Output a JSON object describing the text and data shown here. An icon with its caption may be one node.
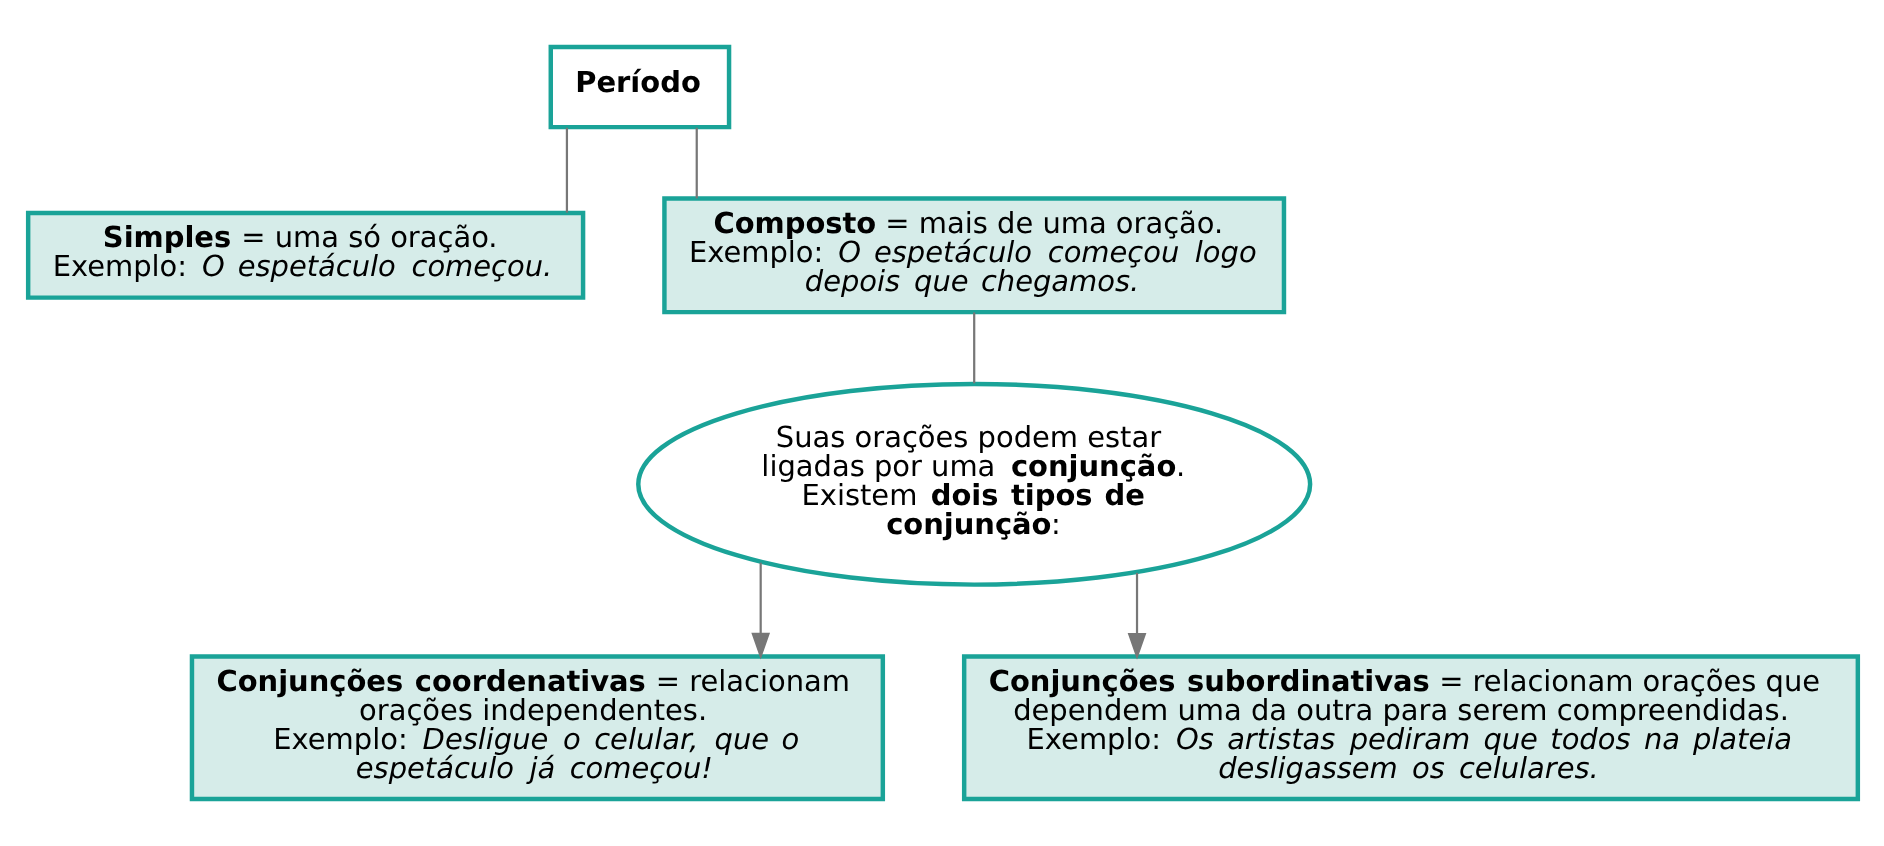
{
  "diagram": {
    "nodes": [
      {
        "text": [
          "**Período**"
        ]
      },
      {
        "text": [
          "**Simples** = uma só oração.",
          "Exemplo: *O espetáculo começou.*"
        ]
      },
      {
        "text": [
          "**Composto** = mais de uma oração.",
          "Exemplo: *O espetáculo começou logo depois que chegamos.*"
        ]
      },
      {
        "text": [
          "Suas orações podem estar ligadas por uma **conjunção**. Existem **dois tipos de conjunção**:"
        ]
      },
      {
        "text": [
          "**Conjunções coordenativas** = relacionam orações independentes.",
          "Exemplo: *Desligue o celular, que o espetáculo já começou!*"
        ]
      },
      {
        "text": [
          "**Conjunções subordinativas** = relacionam orações que dependem uma da outra para serem compreendidas.",
          "Exemplo: *Os artistas pediram que todos na plateia desligassem os celulares.*"
        ]
      }
    ],
    "edges": [
      {
        "from": 0,
        "to": 1,
        "arrow": "none"
      },
      {
        "from": 0,
        "to": 2,
        "arrow": "none"
      },
      {
        "from": 2,
        "to": 3,
        "arrow": "none"
      },
      {
        "from": 3,
        "to": 4,
        "arrow": "to"
      },
      {
        "from": 3,
        "to": 5,
        "arrow": "to"
      }
    ]
  }
}
